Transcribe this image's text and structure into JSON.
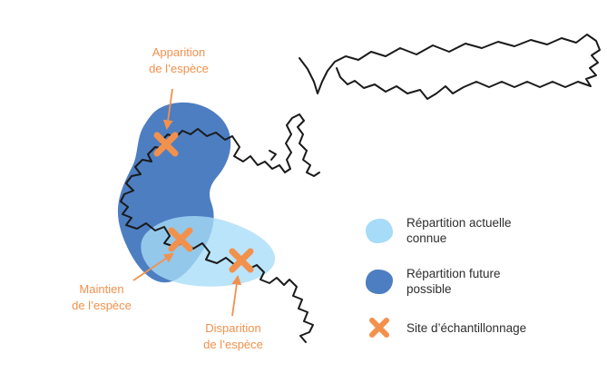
{
  "colors": {
    "orange": "#F2914D",
    "dark_blue": "#4D7EC1",
    "light_blue": "#A6DCF7",
    "coastline": "#1a1a1a",
    "legend_text": "#2e2e2e",
    "background": "#ffffff"
  },
  "annotations": {
    "apparition": {
      "line1": "Apparition",
      "line2": "de l’espèce"
    },
    "maintien": {
      "line1": "Maintien",
      "line2": "de l’espèce"
    },
    "disparition": {
      "line1": "Disparition",
      "line2": "de l’espèce"
    }
  },
  "legend": {
    "items": [
      {
        "id": "current-range",
        "label": "Répartition actuelle connue"
      },
      {
        "id": "future-range",
        "label": "Répartition future possible"
      },
      {
        "id": "sampling-site",
        "label": "Site d’échantillonnage"
      }
    ]
  }
}
